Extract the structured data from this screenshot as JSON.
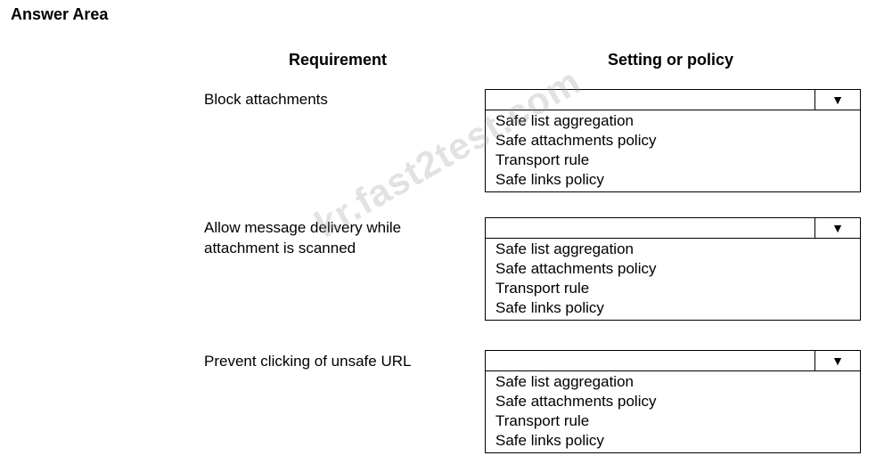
{
  "title": "Answer Area",
  "headers": {
    "requirement": "Requirement",
    "setting": "Setting or policy"
  },
  "watermark": "kr.fast2test.com",
  "icons": {
    "dropdown_arrow": "▼"
  },
  "rows": [
    {
      "requirement": "Block attachments",
      "selected": "",
      "options": [
        "Safe list aggregation",
        "Safe attachments policy",
        "Transport  rule",
        "Safe links policy"
      ]
    },
    {
      "requirement": "Allow message delivery  while attachment is scanned",
      "selected": "",
      "options": [
        "Safe list aggregation",
        "Safe attachments policy",
        "Transport  rule",
        "Safe links policy"
      ]
    },
    {
      "requirement": "Prevent  clicking of unsafe  URL",
      "selected": "",
      "options": [
        "Safe list aggregation",
        "Safe attachments policy",
        "Transport  rule",
        "Safe links policy"
      ]
    }
  ]
}
